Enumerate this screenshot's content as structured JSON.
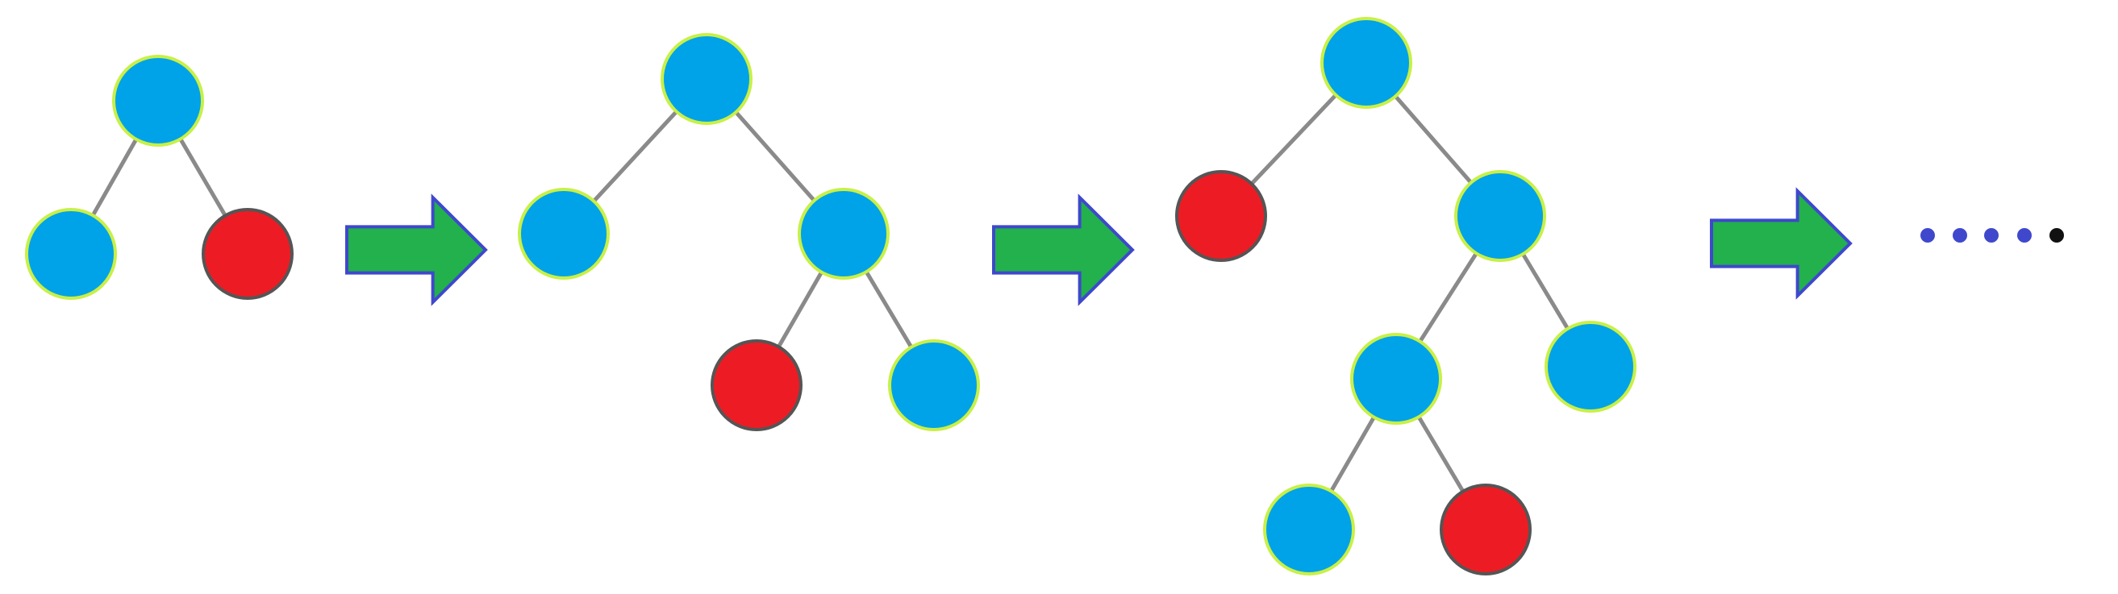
{
  "colors": {
    "node_blue": "#00a2e8",
    "node_red": "#ed1c24",
    "node_blue_outline": "#c8f046",
    "node_red_outline": "#555555",
    "edge": "#8a8a8a",
    "arrow_fill": "#22b14c",
    "arrow_outline": "#3f48cc",
    "dot_blue": "#3f48cc",
    "dot_black": "#111111"
  },
  "trees": [
    {
      "id": "tree-1",
      "nodes": [
        {
          "id": "n1",
          "color": "blue"
        },
        {
          "id": "n2",
          "color": "blue"
        },
        {
          "id": "n3",
          "color": "red"
        }
      ],
      "edges": [
        [
          "n1",
          "n2"
        ],
        [
          "n1",
          "n3"
        ]
      ]
    },
    {
      "id": "tree-2",
      "nodes": [
        {
          "id": "n1",
          "color": "blue"
        },
        {
          "id": "n2",
          "color": "blue"
        },
        {
          "id": "n3",
          "color": "blue"
        },
        {
          "id": "n4",
          "color": "red"
        },
        {
          "id": "n5",
          "color": "blue"
        }
      ],
      "edges": [
        [
          "n1",
          "n2"
        ],
        [
          "n1",
          "n3"
        ],
        [
          "n3",
          "n4"
        ],
        [
          "n3",
          "n5"
        ]
      ]
    },
    {
      "id": "tree-3",
      "nodes": [
        {
          "id": "n1",
          "color": "blue"
        },
        {
          "id": "n2",
          "color": "red"
        },
        {
          "id": "n3",
          "color": "blue"
        },
        {
          "id": "n4",
          "color": "blue"
        },
        {
          "id": "n5",
          "color": "blue"
        },
        {
          "id": "n6",
          "color": "blue"
        },
        {
          "id": "n7",
          "color": "red"
        }
      ],
      "edges": [
        [
          "n1",
          "n2"
        ],
        [
          "n1",
          "n3"
        ],
        [
          "n3",
          "n4"
        ],
        [
          "n3",
          "n5"
        ],
        [
          "n4",
          "n6"
        ],
        [
          "n4",
          "n7"
        ]
      ]
    }
  ],
  "arrows": [
    {
      "id": "arrow-1",
      "icon": "right-arrow-icon"
    },
    {
      "id": "arrow-2",
      "icon": "right-arrow-icon"
    },
    {
      "id": "arrow-3",
      "icon": "right-arrow-icon"
    }
  ],
  "continuation_dots": [
    "blue",
    "blue",
    "blue",
    "blue",
    "black"
  ]
}
